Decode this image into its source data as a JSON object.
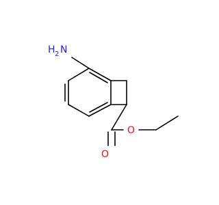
{
  "colors": {
    "bond": "#000000",
    "nitrogen": "#1f1ff0",
    "oxygen": "#ff0d0d"
  },
  "atoms": {
    "amine_n": "N",
    "amine_h": "H",
    "amine_h_count": "2",
    "ester_o_single": "O",
    "carbonyl_o": "O"
  }
}
